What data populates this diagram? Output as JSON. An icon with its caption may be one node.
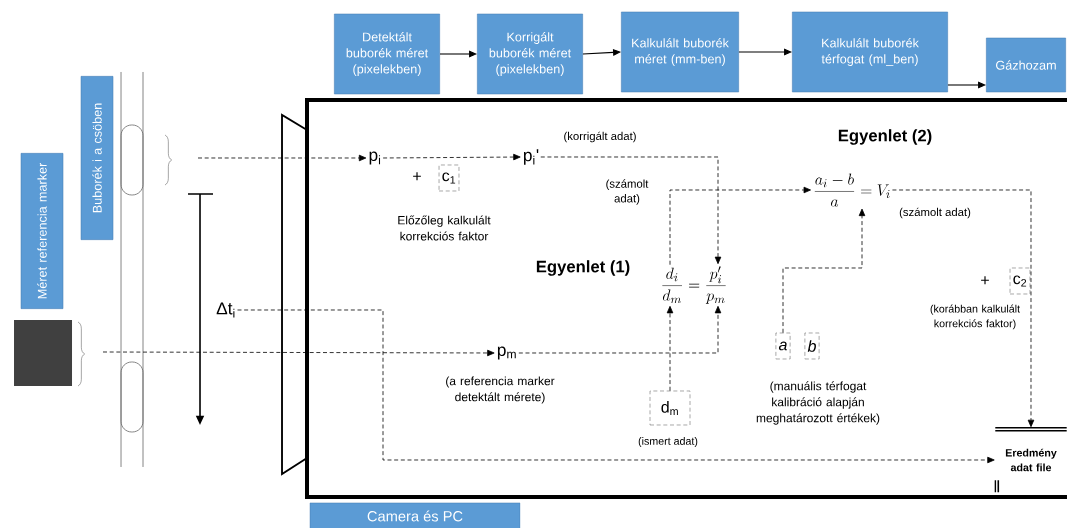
{
  "diagram": {
    "nodes": [
      {
        "text": [
          "Detektált buborék méret (pixelekben)"
        ]
      },
      {
        "text": [
          "Korrigált buborék méret (pixelekben)"
        ]
      },
      {
        "text": [
          "Kalkulált buborék méret (mm-ben)"
        ]
      },
      {
        "text": [
          "Kalkulált buborék térfogat (ml_ben)"
        ]
      },
      {
        "text": [
          "Gázhozam"
        ]
      },
      {
        "text": [
          "Méret referencia marker"
        ]
      },
      {
        "text": [
          "Buborék i a csöben"
        ]
      },
      {
        "text": [
          "p$_{i}$"
        ]
      },
      {
        "text": [
          "p$_{i}$'"
        ]
      },
      {
        "text": [
          "c$_{1}$"
        ]
      },
      {
        "text": [
          "Δt$_{i}$"
        ]
      },
      {
        "text": [
          "p$_{m}$"
        ]
      },
      {
        "text": [
          "\\frac{d_i}{d_m}=\\frac{p_i'}{p_m}"
        ],
        "beside": [
          "Egyenlet (1)"
        ]
      },
      {
        "text": [
          "\\frac{a_i-b}{a}=V_i"
        ],
        "beside": [
          "Egyenlet (2)"
        ]
      },
      {
        "text": [
          "a"
        ]
      },
      {
        "text": [
          "b"
        ]
      },
      {
        "text": [
          "d$_{m}$"
        ]
      },
      {
        "text": [
          "c$_{2}$"
        ]
      },
      {
        "text": [
          "Eredmény adat file"
        ]
      },
      {
        "text": [
          "Camera és PC"
        ]
      }
    ],
    "edges": [
      {
        "from": 0,
        "to": 1,
        "arrow": "to"
      },
      {
        "from": 1,
        "to": 2,
        "arrow": "to"
      },
      {
        "from": 2,
        "to": 3,
        "arrow": "to"
      },
      {
        "from": 3,
        "to": 4,
        "arrow": "to"
      },
      {
        "from": null,
        "to": 7,
        "arrow": "to",
        "style": "dashed"
      },
      {
        "from": 7,
        "to": 8,
        "arrow": "to",
        "style": "dashed"
      },
      {
        "from": 8,
        "to": 12,
        "arrow": "to",
        "style": "dashed",
        "label": "(korrigált adat)"
      },
      {
        "from": 12,
        "to": 13,
        "arrow": "to",
        "style": "dashed",
        "label": "(számolt adat)"
      },
      {
        "from": null,
        "to": 11,
        "arrow": "to",
        "style": "dashed"
      },
      {
        "from": 11,
        "to": 12,
        "arrow": "to",
        "style": "dashed"
      },
      {
        "from": 16,
        "to": 12,
        "arrow": "to",
        "style": "dashed"
      },
      {
        "from": 14,
        "to": 13,
        "arrow": "to",
        "style": "dashed"
      },
      {
        "from": 13,
        "to": 18,
        "arrow": "to",
        "style": "dashed",
        "label": "(számolt adat)"
      },
      {
        "from": 10,
        "to": 18,
        "arrow": "to",
        "style": "dashed"
      }
    ],
    "labels": [
      "+",
      "Előzőleg kalkulált korrekciós faktor",
      "(a referencia marker detektált mérete)",
      "(ismert adat)",
      "(manuális térfogat kalibráció alapján meghatározott értékek)",
      "+",
      "(korábban kalkulált korrekciós faktor)"
    ]
  }
}
